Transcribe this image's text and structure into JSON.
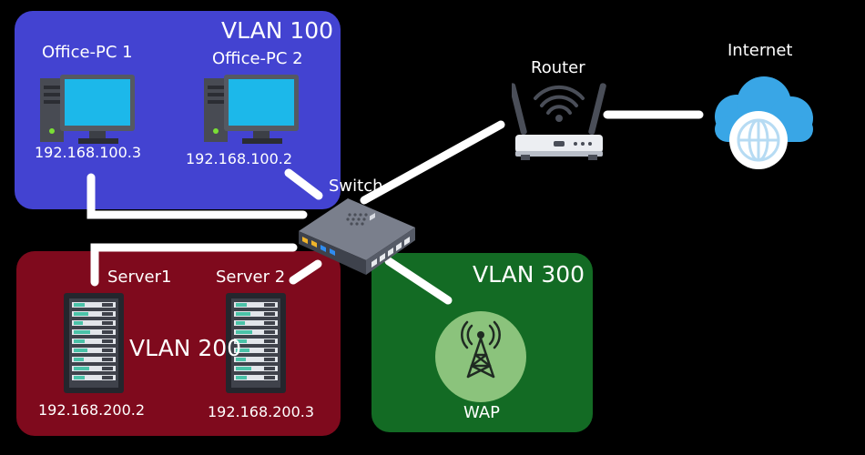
{
  "vlans": {
    "vlan100": {
      "label": "VLAN 100",
      "color": "#4343d1"
    },
    "vlan200": {
      "label": "VLAN 200",
      "color": "#7f0a1d"
    },
    "vlan300": {
      "label": "VLAN 300",
      "color": "#136b24"
    }
  },
  "devices": {
    "office_pc_1": {
      "name": "Office-PC 1",
      "ip": "192.168.100.3",
      "icon": "desktop-pc-icon"
    },
    "office_pc_2": {
      "name": "Office-PC 2",
      "ip": "192.168.100.2",
      "icon": "desktop-pc-icon"
    },
    "server_1": {
      "name": "Server1",
      "ip": "192.168.200.2",
      "icon": "server-rack-icon"
    },
    "server_2": {
      "name": "Server 2",
      "ip": "192.168.200.3",
      "icon": "server-rack-icon"
    },
    "switch": {
      "name": "Switch",
      "icon": "network-switch-icon"
    },
    "router": {
      "name": "Router",
      "icon": "wireless-router-icon"
    },
    "internet": {
      "name": "Internet",
      "icon": "cloud-globe-icon"
    },
    "wap": {
      "name": "WAP",
      "icon": "wireless-tower-icon"
    }
  },
  "colors": {
    "background": "#000000",
    "link": "#ffffff",
    "monitor_screen": "#1cb8ea",
    "cloud": "#39a6e6",
    "wap_disc": "#8bc37c"
  }
}
